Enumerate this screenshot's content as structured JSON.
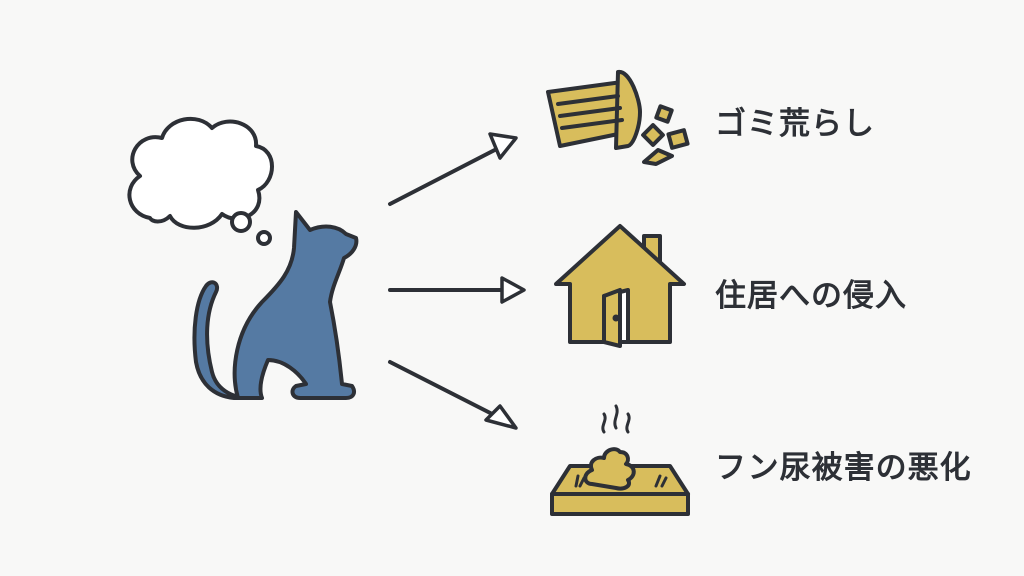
{
  "colors": {
    "stroke": "#2d3036",
    "cat": "#557aa3",
    "icon": "#d8bd5c",
    "background": "#f8f8f7"
  },
  "subject": {
    "icon": "cat-icon",
    "thought": "thought-bubble-icon"
  },
  "outcomes": [
    {
      "icon": "trash-can-icon",
      "label": "ゴミ荒らし"
    },
    {
      "icon": "house-icon",
      "label": "住居への侵入"
    },
    {
      "icon": "feces-icon",
      "label": "フン尿被害の悪化"
    }
  ]
}
